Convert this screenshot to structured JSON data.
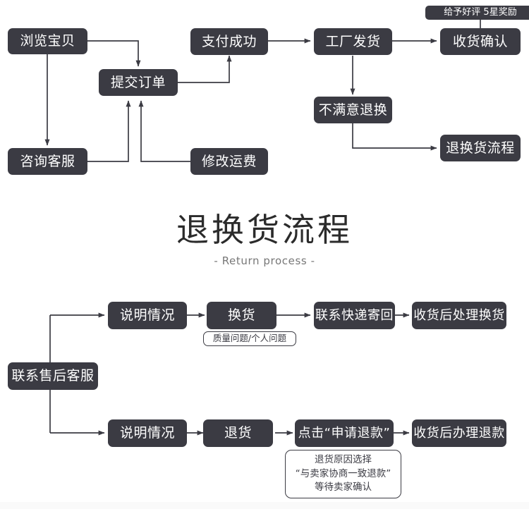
{
  "page": {
    "background_color": "#ffffff",
    "node_color": "#3b3b43",
    "node_text_color": "#ffffff",
    "line_color": "#3b3b43"
  },
  "top_flow": {
    "nodes": [
      {
        "id": "browse",
        "label": "浏览宝贝"
      },
      {
        "id": "submit-order",
        "label": "提交订单"
      },
      {
        "id": "pay-success",
        "label": "支付成功"
      },
      {
        "id": "factory-ship",
        "label": "工厂发货"
      },
      {
        "id": "confirm-receipt",
        "label": "收货确认"
      },
      {
        "id": "consult-service",
        "label": "咨询客服"
      },
      {
        "id": "modify-freight",
        "label": "修改运费"
      },
      {
        "id": "dissatisfied",
        "label": "不满意退换"
      },
      {
        "id": "return-flow",
        "label": "退换货流程"
      }
    ],
    "annotations": [
      {
        "id": "praise-reward",
        "label": "给予好评 5星奖励"
      }
    ]
  },
  "title": {
    "main": "退换货流程",
    "sub": "- Return process -"
  },
  "bottom_flow": {
    "entry": {
      "id": "after-sales",
      "label": "联系售后客服"
    },
    "exchange_row": {
      "nodes": [
        {
          "id": "explain-1",
          "label": "说明情况"
        },
        {
          "id": "exchange",
          "label": "换货"
        },
        {
          "id": "contact-courier",
          "label": "联系快递寄回"
        },
        {
          "id": "process-exchange",
          "label": "收货后处理换货"
        }
      ],
      "note": "质量问题/个人问题"
    },
    "refund_row": {
      "nodes": [
        {
          "id": "explain-2",
          "label": "说明情况"
        },
        {
          "id": "return-goods",
          "label": "退货"
        },
        {
          "id": "apply-refund",
          "label": "点击“申请退款”"
        },
        {
          "id": "process-refund",
          "label": "收货后办理退款"
        }
      ],
      "note_lines": [
        "退货原因选择",
        "“与卖家协商一致退款”",
        "等待卖家确认"
      ]
    }
  }
}
